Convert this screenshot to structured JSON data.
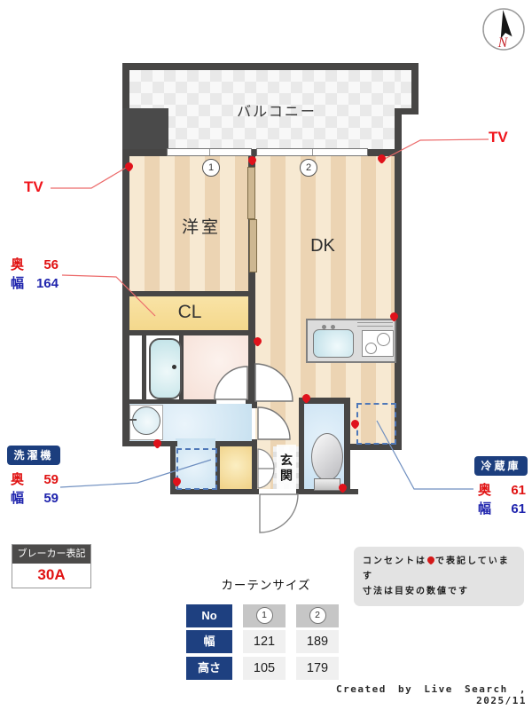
{
  "compass": {
    "north_label": "N"
  },
  "rooms": {
    "balcony": "バルコニー",
    "western_room": "洋室",
    "dining_kitchen": "DK",
    "closet": "CL",
    "entrance": "玄関"
  },
  "window_markers": {
    "w1": "1",
    "w2": "2"
  },
  "tv": {
    "left": "TV",
    "right": "TV"
  },
  "closet_size": {
    "depth_label": "奥",
    "depth_value": "56",
    "width_label": "幅",
    "width_value": "164"
  },
  "washer": {
    "title": "洗濯機",
    "depth_label": "奥",
    "depth_value": "59",
    "width_label": "幅",
    "width_value": "59"
  },
  "fridge": {
    "title": "冷蔵庫",
    "depth_label": "奥",
    "depth_value": "61",
    "width_label": "幅",
    "width_value": "61"
  },
  "breaker": {
    "title": "ブレーカー表記",
    "value": "30A"
  },
  "curtain": {
    "title": "カーテンサイズ",
    "header": {
      "no": "No",
      "c1": "1",
      "c2": "2"
    },
    "width_row": {
      "label": "幅",
      "v1": "121",
      "v2": "189"
    },
    "height_row": {
      "label": "高さ",
      "v1": "105",
      "v2": "179"
    }
  },
  "note": {
    "line1_pre": "コンセントは",
    "line1_post": "で表記しています",
    "line2": "寸法は目安の数値です"
  },
  "footer": {
    "credit": "Created by Live Search , 2025/11"
  },
  "colors": {
    "badge_navy": "#1c3e7e",
    "marker_red": "#e0121b",
    "dim_red": "#e01212",
    "dim_blue": "#1f24ad",
    "wall": "#474645"
  }
}
